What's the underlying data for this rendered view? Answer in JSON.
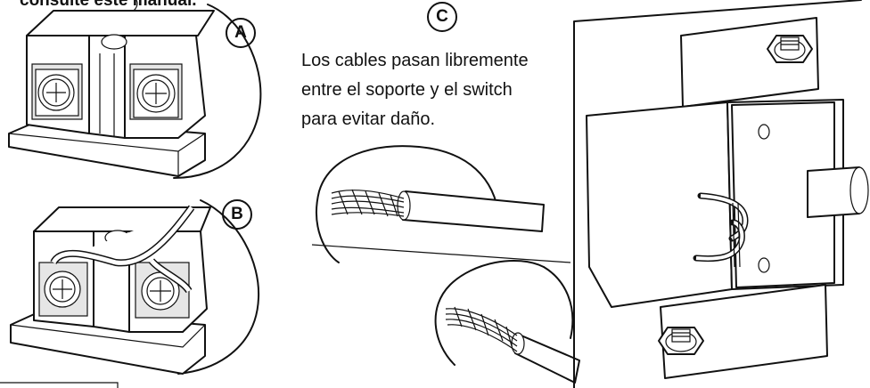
{
  "header": {
    "intro_text": "consulte este manual."
  },
  "callouts": {
    "a": "A",
    "b": "B",
    "c": "C"
  },
  "caption": {
    "lines": [
      "Los cables pasan libremente",
      "entre el soporte y el switch",
      "para evitar daño."
    ]
  },
  "icons": {
    "terminal": "screw-terminal-icon",
    "wire": "stranded-wire-icon",
    "switch": "limit-switch-icon"
  }
}
